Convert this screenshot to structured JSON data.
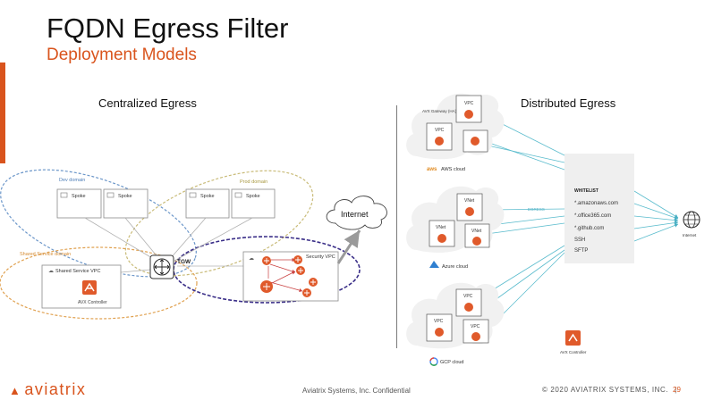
{
  "slide": {
    "title": "FQDN Egress Filter",
    "subtitle": "Deployment Models",
    "accent_color": "#d9541d"
  },
  "left": {
    "title": "Centralized Egress",
    "dev_domain": "Dev domain",
    "prod_domain": "Prod domain",
    "shared_domain": "Shared Service domain",
    "spokes": [
      "Spoke",
      "Spoke",
      "Spoke",
      "Spoke"
    ],
    "shared_vpc": "Shared Service VPC",
    "controller": "AVX Controller",
    "tgw": "TGW",
    "security_vpc": "Security VPC",
    "internet": "Internet"
  },
  "right": {
    "title": "Distributed Egress",
    "aws": {
      "gateway_label": "AVX Gateway (HA)",
      "vpcs": [
        "VPC",
        "VPC"
      ],
      "cloud_label": "AWS cloud",
      "cloud_icon": "aws-logo-icon"
    },
    "azure": {
      "vnets": [
        "VNet",
        "VNet",
        "VNet"
      ],
      "egress": "EGRESS",
      "cloud_label": "Azure cloud",
      "cloud_icon": "azure-logo-icon"
    },
    "gcp": {
      "vpcs": [
        "VPC",
        "VPC",
        "VPC"
      ],
      "cloud_label": "GCP cloud",
      "cloud_icon": "gcp-logo-icon"
    },
    "whitelist": {
      "title": "WHITELIST",
      "items": [
        "*.amazonaws.com",
        "*.office365.com",
        "*.github.com",
        "SSH",
        "SFTP"
      ]
    },
    "controller": "AVX Controller",
    "internet": "Internet"
  },
  "footer": {
    "logo": "aviatrix",
    "confidential": "Aviatrix Systems, Inc. Confidential",
    "copyright": "© 2020 AVIATRIX SYSTEMS, INC.",
    "separator": "|",
    "page": "29"
  }
}
